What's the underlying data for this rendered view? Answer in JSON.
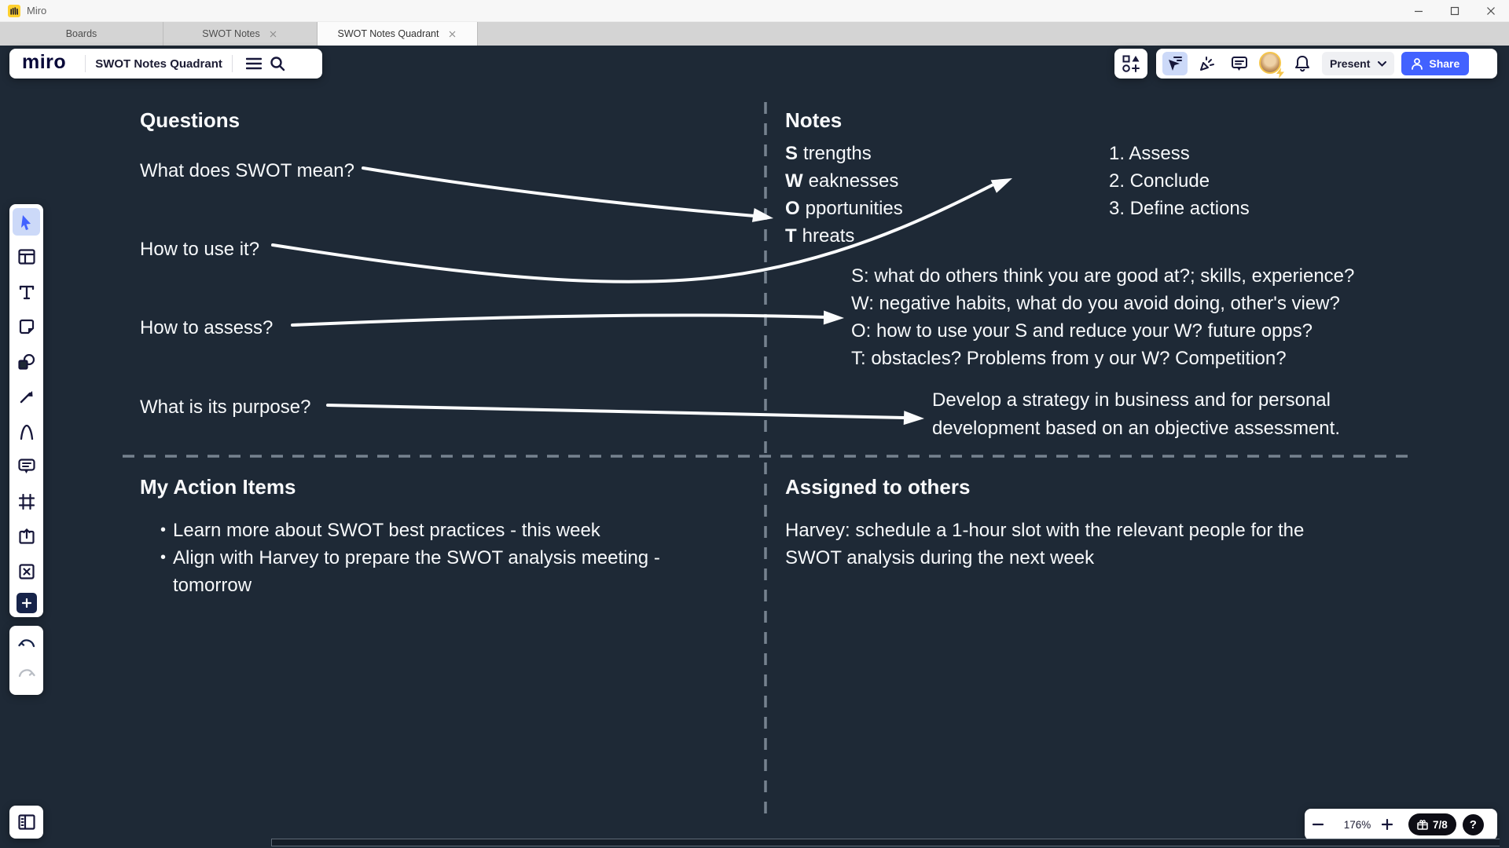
{
  "window": {
    "app_title": "Miro",
    "control_icons": [
      "minimize-icon",
      "maximize-icon",
      "close-icon"
    ]
  },
  "tabs": [
    {
      "label": "Boards",
      "active": false,
      "closable": false
    },
    {
      "label": "SWOT Notes",
      "active": false,
      "closable": true
    },
    {
      "label": "SWOT Notes Quadrant",
      "active": true,
      "closable": true
    }
  ],
  "board_toolbar": {
    "logo_text": "miro",
    "board_name": "SWOT Notes Quadrant",
    "icons": [
      "hamburger-menu-icon",
      "search-icon"
    ]
  },
  "top_right": {
    "icons": [
      "apps-icon",
      "follow-cursor-icon",
      "reactions-icon",
      "comments-icon",
      "avatar",
      "notifications-bell-icon"
    ],
    "present_label": "Present",
    "share_label": "Share"
  },
  "left_toolbar": {
    "tools": [
      "select-icon",
      "templates-icon",
      "text-icon",
      "sticky-note-icon",
      "shapes-icon",
      "arrow-icon",
      "pen-icon",
      "comment-icon",
      "frame-icon",
      "upload-icon",
      "clear-icon",
      "plus-icon"
    ],
    "history": [
      "undo-icon",
      "redo-icon"
    ],
    "panel_toggle": "sidebar-toggle-icon"
  },
  "zoom_bar": {
    "zoom_out": "minus-icon",
    "zoom_level": "176%",
    "zoom_in": "plus-icon",
    "credits": "7/8",
    "credits_icon": "gift-icon",
    "help_label": "?"
  },
  "canvas": {
    "questions": {
      "title": "Questions",
      "items": [
        "What does SWOT mean?",
        "How to use it?",
        "How to assess?",
        "What is its purpose?"
      ]
    },
    "notes": {
      "title": "Notes",
      "swot": [
        {
          "initial": "S",
          "rest": "trengths"
        },
        {
          "initial": "W",
          "rest": "eaknesses"
        },
        {
          "initial": "O",
          "rest": "pportunities"
        },
        {
          "initial": "T",
          "rest": "hreats"
        }
      ],
      "steps": [
        "1. Assess",
        "2. Conclude",
        "3. Define actions"
      ],
      "details": [
        "S: what do others think you are good at?; skills, experience?",
        "W: negative habits, what do you avoid doing, other's view?",
        "O: how to use your S and reduce your W? future opps?",
        "T: obstacles? Problems from y our W? Competition?"
      ],
      "purpose": "Develop a strategy in business and for personal development based on an objective assessment."
    },
    "action_items": {
      "title": "My Action Items",
      "bullets": [
        "Learn more about SWOT best practices - this week",
        "Align with Harvey to prepare the SWOT analysis meeting - tomorrow"
      ]
    },
    "assigned": {
      "title": "Assigned to others",
      "text": "Harvey: schedule a 1-hour slot with the relevant people for the SWOT analysis during the next week"
    }
  },
  "colors": {
    "canvas_bg": "#1e2936",
    "accent_blue": "#4262ff",
    "miro_yellow": "#ffd02f",
    "tool_highlight": "#ccd9f8",
    "canvas_text": "#f7f9fb",
    "dashed_line": "#76828f"
  }
}
